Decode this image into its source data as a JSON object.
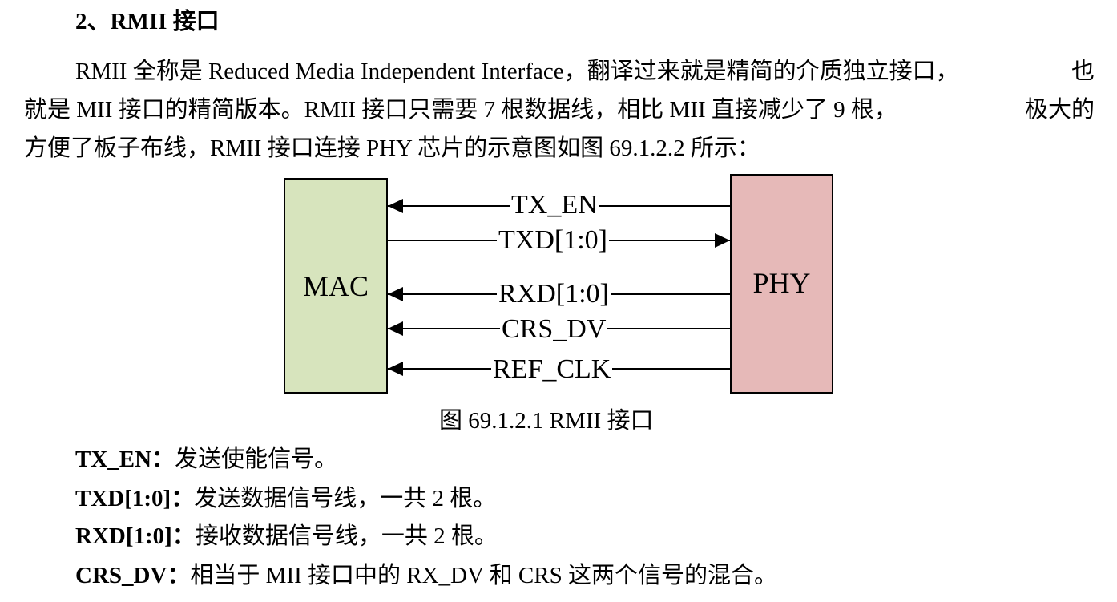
{
  "heading": "2、RMII 接口",
  "paragraph": {
    "line1_parts": [
      "RMII 全称是 Reduced Media Independent Interface，翻译过来就是精简的介质独立接口，",
      "也"
    ],
    "line2_parts": [
      "就是 MII 接口的精简版本。RMII 接口只需要 7 根数据线，相比 MII 直接减少了 9 根，",
      "极大的"
    ],
    "line3": "方便了板子布线，RMII 接口连接 PHY 芯片的示意图如图 69.1.2.2 所示："
  },
  "diagram": {
    "left_block": {
      "label": "MAC",
      "color": "#d7e4bd"
    },
    "right_block": {
      "label": "PHY",
      "color": "#e6b9b8"
    },
    "signals": [
      {
        "label": "TX_EN",
        "direction": "to-MAC"
      },
      {
        "label": "TXD[1:0]",
        "direction": "to-PHY"
      },
      {
        "label": "RXD[1:0]",
        "direction": "to-MAC"
      },
      {
        "label": "CRS_DV",
        "direction": "to-MAC"
      },
      {
        "label": "REF_CLK",
        "direction": "to-MAC"
      }
    ],
    "caption": "图 69.1.2.1 RMII 接口"
  },
  "definitions": [
    {
      "term": "TX_EN：",
      "text": "发送使能信号。"
    },
    {
      "term": "TXD[1:0]：",
      "text": "发送数据信号线，一共 2 根。"
    },
    {
      "term": "RXD[1:0]：",
      "text": "接收数据信号线，一共 2 根。"
    },
    {
      "term": "CRS_DV：",
      "text": "相当于 MII 接口中的 RX_DV 和 CRS 这两个信号的混合。"
    }
  ]
}
